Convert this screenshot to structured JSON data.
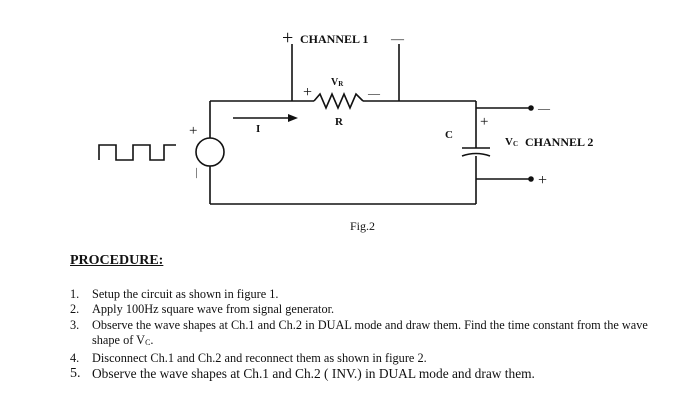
{
  "figure": {
    "labels": {
      "channel1_plus": "+",
      "channel1": "CHANNEL 1",
      "channel1_minus": "—",
      "vr": "V",
      "vr_sub": "R",
      "resistor_plus": "+",
      "resistor_minus": "—",
      "resistor": "R",
      "current": "I",
      "source_plus": "+",
      "source_minus": "—",
      "capacitor": "C",
      "cap_plus": "+",
      "vc": "V",
      "vc_sub": "C",
      "channel2": "CHANNEL 2",
      "channel2_minus": "—",
      "channel2_plus": "+",
      "caption": "Fig.2"
    }
  },
  "procedure": {
    "title": "PROCEDURE:",
    "steps": [
      {
        "num": "1.",
        "text": "Setup the circuit as shown in figure 1."
      },
      {
        "num": "2.",
        "text": "Apply 100Hz square wave from signal generator."
      },
      {
        "num": "3.",
        "text": "Observe the wave shapes at Ch.1 and Ch.2 in DUAL mode and draw them. Find the time constant from the wave shape of V",
        "sub": "C",
        "tail": "."
      },
      {
        "num": "4.",
        "text": "Disconnect Ch.1 and Ch.2 and reconnect them as shown in figure 2."
      },
      {
        "num": "5.",
        "text": "Observe the wave shapes at Ch.1 and Ch.2 ( INV.) in DUAL mode and draw them."
      }
    ]
  }
}
